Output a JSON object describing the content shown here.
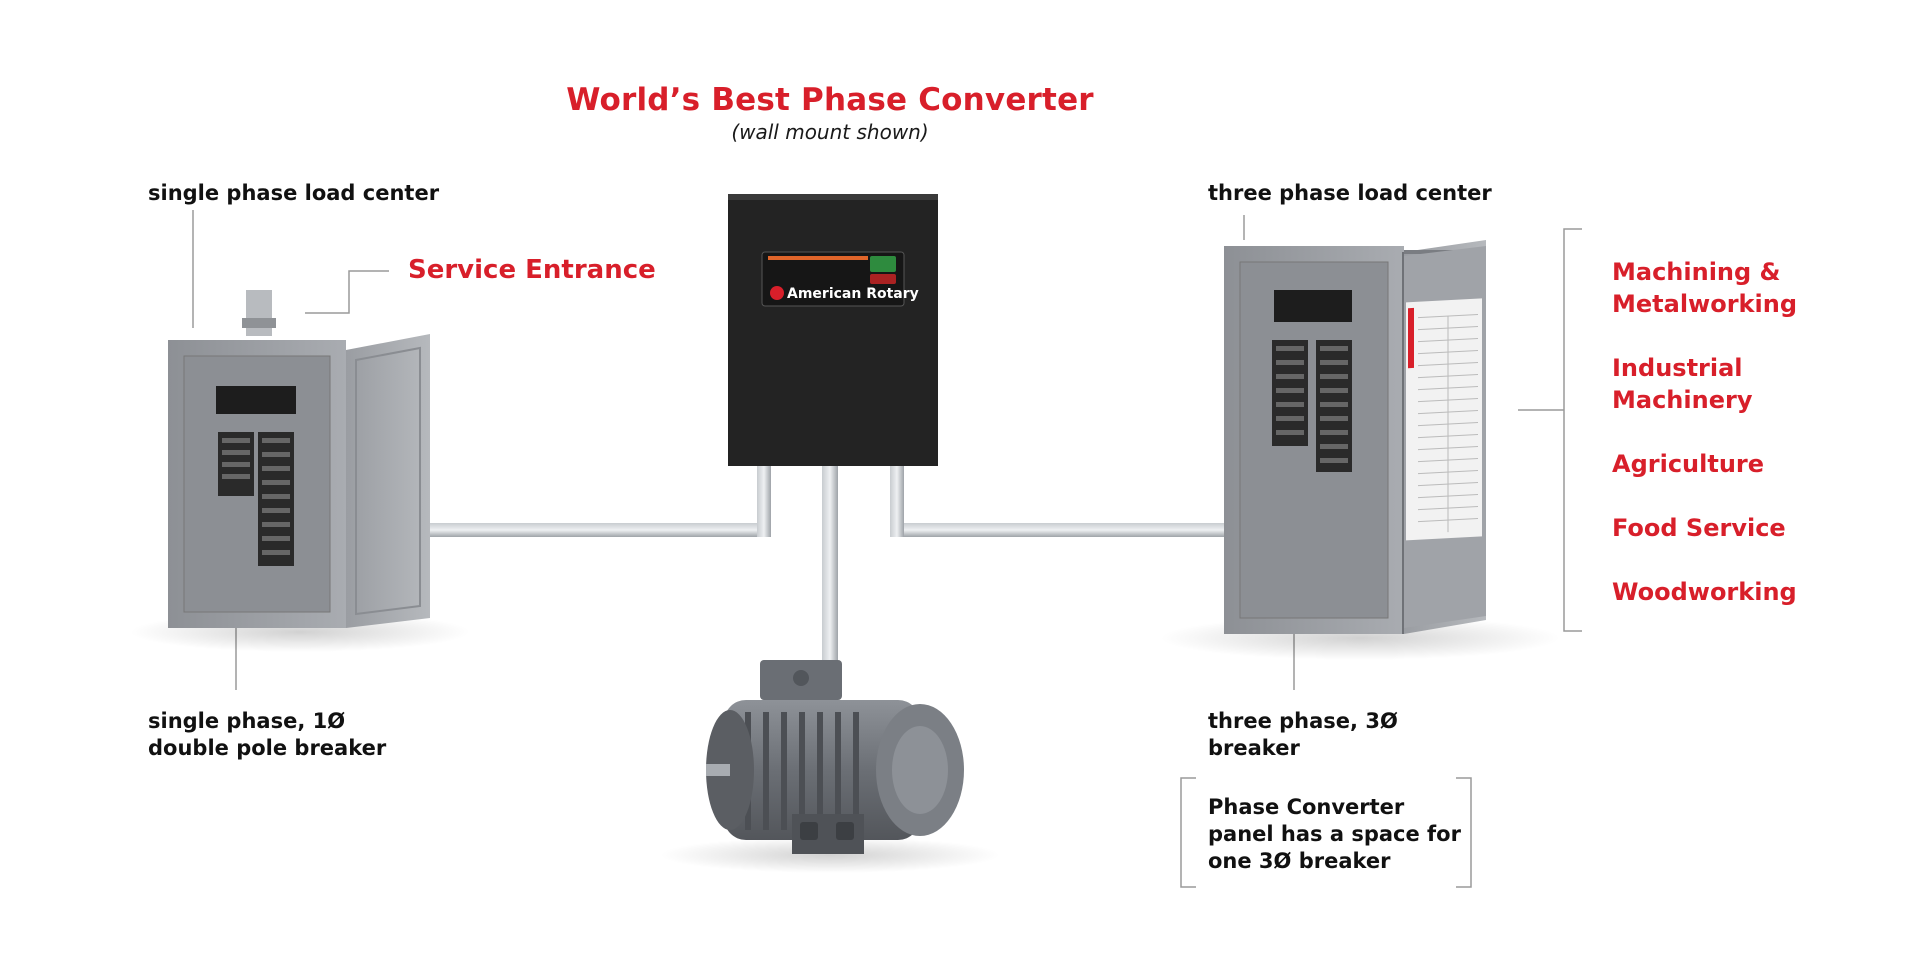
{
  "title": "World’s Best Phase Converter",
  "subtitle": "(wall mount shown)",
  "brand": {
    "name": "American Rotary",
    "accent": "#d81f2a"
  },
  "labels": {
    "single_phase_load_center": "single phase load center",
    "service_entrance": "Service Entrance",
    "three_phase_load_center": "three phase load center",
    "single_phase_breaker_line1": "single phase, 1Ø",
    "single_phase_breaker_line2": "double pole breaker",
    "three_phase_breaker_line1": "three phase, 3Ø",
    "three_phase_breaker_line2": "breaker",
    "note_line1": "Phase Converter",
    "note_line2": "panel has a space for",
    "note_line3": "one 3Ø breaker"
  },
  "applications": [
    {
      "line1": "Machining &",
      "line2": "Metalworking"
    },
    {
      "line1": "Industrial",
      "line2": "Machinery"
    },
    {
      "line1": "Agriculture",
      "line2": ""
    },
    {
      "line1": "Food Service",
      "line2": ""
    },
    {
      "line1": "Woodworking",
      "line2": ""
    }
  ],
  "icons": {
    "converter": "phase-converter-icon",
    "motor": "electric-motor-icon",
    "single_panel": "single-phase-panel-icon",
    "three_panel": "three-phase-panel-icon"
  }
}
